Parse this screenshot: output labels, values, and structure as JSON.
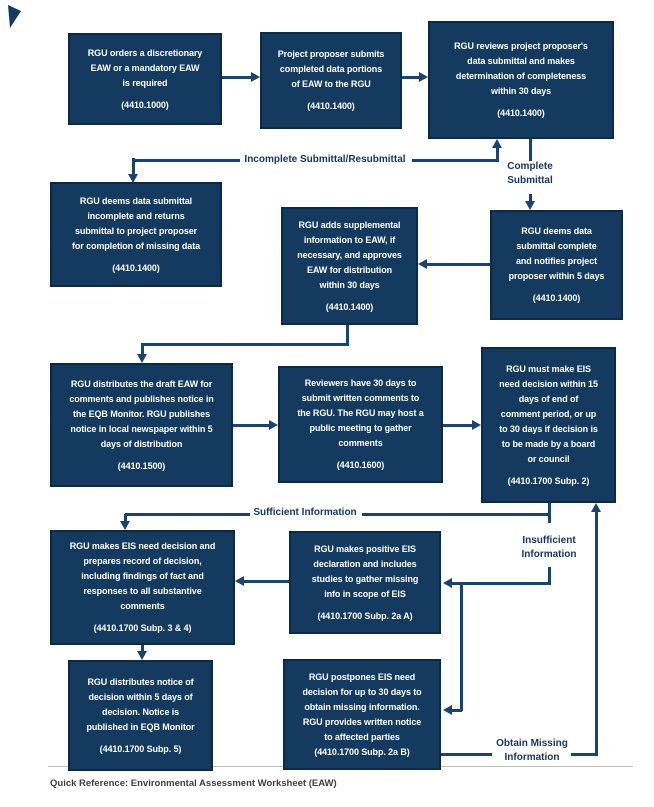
{
  "page": {
    "caption": "Quick Reference: Environmental Assessment Worksheet (EAW)"
  },
  "colors": {
    "box_fill": "#143A60",
    "box_border": "#0A2A45",
    "arrow": "#1B4370",
    "label_text": "#17365D",
    "caption_text": "#3F3F3F",
    "rule": "#BFBFBF"
  },
  "labels": {
    "incomplete": "Incomplete Submittal/Resubmittal",
    "complete_line1": "Complete",
    "complete_line2": "Submittal",
    "sufficient": "Sufficient Information",
    "insufficient_line1": "Insufficient",
    "insufficient_line2": "Information",
    "obtain_line1": "Obtain Missing",
    "obtain_line2": "Information"
  },
  "boxes": [
    {
      "id": "rgu-orders-eaw",
      "lines": [
        "RGU orders a discretionary",
        "EAW or a mandatory EAW",
        "is required"
      ],
      "cite": "(4410.1000)",
      "tight": false
    },
    {
      "id": "proposer-submits-data",
      "lines": [
        "Project proposer submits",
        "completed data portions",
        "of EAW to the RGU"
      ],
      "cite": "(4410.1400)",
      "tight": false
    },
    {
      "id": "rgu-reviews-submittal",
      "lines": [
        "RGU reviews project proposer's",
        "data submittal and makes",
        "determination of completeness",
        "within 30 days"
      ],
      "cite": "(4410.1400)",
      "tight": false
    },
    {
      "id": "rgu-deems-incomplete",
      "lines": [
        "RGU deems data submittal",
        "incomplete and returns",
        "submittal to project proposer",
        "for completion of missing data"
      ],
      "cite": "(4410.1400)",
      "tight": false
    },
    {
      "id": "rgu-adds-supplemental",
      "lines": [
        "RGU adds supplemental",
        "information to EAW, if",
        "necessary, and approves",
        "EAW for distribution",
        "within 30 days"
      ],
      "cite": "(4410.1400)",
      "tight": false
    },
    {
      "id": "rgu-deems-complete",
      "lines": [
        "RGU deems data",
        "submittal complete",
        "and notifies project",
        "proposer within 5 days"
      ],
      "cite": "(4410.1400)",
      "tight": false
    },
    {
      "id": "rgu-distributes-draft",
      "lines": [
        "RGU distributes the draft EAW for",
        "comments and publishes notice in",
        "the EQB Monitor. RGU publishes",
        "notice in local newspaper within 5",
        "days of distribution"
      ],
      "cite": "(4410.1500)",
      "tight": false
    },
    {
      "id": "reviewers-comment",
      "lines": [
        "Reviewers have 30 days to",
        "submit written comments to",
        "the RGU. The RGU may host a",
        "public meeting to gather",
        "comments"
      ],
      "cite": "(4410.1600)",
      "tight": false
    },
    {
      "id": "rgu-eis-need-decision",
      "lines": [
        "RGU must make EIS",
        "need decision within 15",
        "days of end of",
        "comment period, or up",
        "to 30 days if decision is",
        "to be made by a board",
        "or council"
      ],
      "cite": "(4410.1700 Subp. 2)",
      "tight": false
    },
    {
      "id": "rgu-record-of-decision",
      "lines": [
        "RGU makes EIS need decision and",
        "prepares record of decision,",
        "including findings of fact and",
        "responses to all substantive",
        "comments"
      ],
      "cite": "(4410.1700 Subp. 3 & 4)",
      "tight": false
    },
    {
      "id": "rgu-positive-declaration",
      "lines": [
        "RGU makes positive EIS",
        "declaration and includes",
        "studies to gather missing",
        "info in scope of EIS"
      ],
      "cite": "(4410.1700 Subp. 2a A)",
      "tight": false
    },
    {
      "id": "rgu-notice-of-decision",
      "lines": [
        "RGU distributes notice of",
        "decision within 5 days of",
        "decision. Notice is",
        "published in EQB Monitor"
      ],
      "cite": "(4410.1700 Subp. 5)",
      "tight": false
    },
    {
      "id": "rgu-postpones-decision",
      "lines": [
        "RGU postpones EIS need",
        "decision for up to 30 days to",
        "obtain missing information.",
        "RGU provides written notice",
        "to affected parties"
      ],
      "cite": "(4410.1700 Subp. 2a B)",
      "tight": true
    }
  ]
}
